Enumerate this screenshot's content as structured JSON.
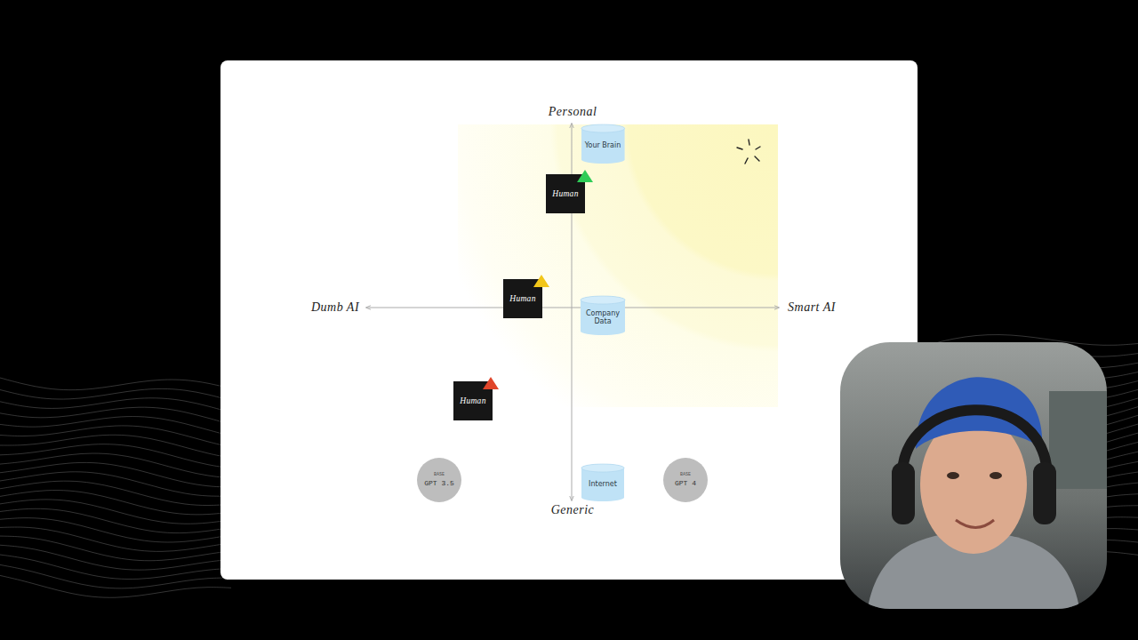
{
  "diagram": {
    "nodes": [
      {
        "text": [
          "Your Brain"
        ]
      },
      {
        "text": [
          "Human"
        ]
      },
      {
        "text": [
          "Human"
        ]
      },
      {
        "text": [
          "Company Data"
        ]
      },
      {
        "text": [
          "Human"
        ]
      },
      {
        "text": [
          "BASE",
          "GPT 3.5"
        ]
      },
      {
        "text": [
          "Internet"
        ]
      },
      {
        "text": [
          "BASE",
          "GPT 4"
        ]
      }
    ],
    "labels": [
      "Personal",
      "Dumb AI",
      "Smart AI",
      "Generic"
    ]
  }
}
